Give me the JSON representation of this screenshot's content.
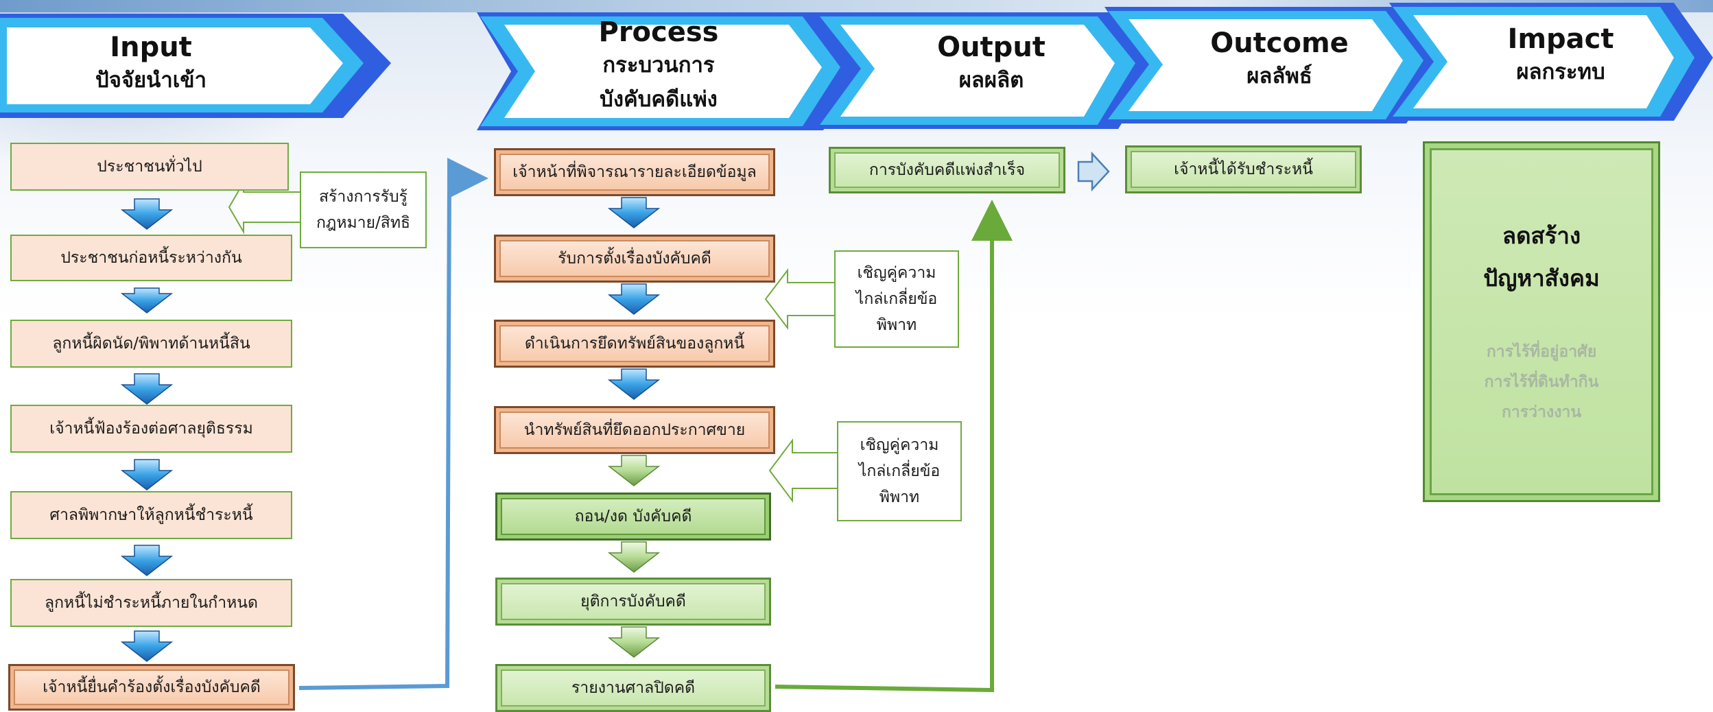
{
  "headers": [
    {
      "en": "Input",
      "th": "ปัจจัยนำเข้า"
    },
    {
      "en": "Process",
      "th1": "กระบวนการ",
      "th2": "บังคับคดีแพ่ง"
    },
    {
      "en": "Output",
      "th": "ผลผลิต"
    },
    {
      "en": "Outcome",
      "th": "ผลลัพธ์"
    },
    {
      "en": "Impact",
      "th": "ผลกระทบ"
    }
  ],
  "input_steps": [
    "ประชาชนทั่วไป",
    "ประชาชนก่อหนี้ระหว่างกัน",
    "ลูกหนี้ผิดนัด/พิพาทด้านหนี้สิน",
    "เจ้าหนี้ฟ้องร้องต่อศาลยุติธรรม",
    "ศาลพิพากษาให้ลูกหนี้ชำระหนี้",
    "ลูกหนี้ไม่ชำระหนี้ภายในกำหนด",
    "เจ้าหนี้ยื่นคำร้องตั้งเรื่องบังคับคดี"
  ],
  "input_note": {
    "line1": "สร้างการรับรู้",
    "line2": "กฎหมาย/สิทธิ"
  },
  "process_steps": [
    "เจ้าหน้าที่พิจารณารายละเอียดข้อมูล",
    "รับการตั้งเรื่องบังคับคดี",
    "ดำเนินการยึดทรัพย์สินของลูกหนี้",
    "นำทรัพย์สินที่ยึดออกประกาศขาย",
    "ถอน/งด บังคับคดี",
    "ยุติการบังคับคดี",
    "รายงานศาลปิดคดี"
  ],
  "mediation_notes": [
    {
      "line1": "เชิญคู่ความ",
      "line2": "ไกล่เกลี่ยข้อ",
      "line3": "พิพาท"
    },
    {
      "line1": "เชิญคู่ความ",
      "line2": "ไกล่เกลี่ยข้อ",
      "line3": "พิพาท"
    }
  ],
  "output_box": "การบังคับคดีแพ่งสำเร็จ",
  "outcome_box": "เจ้าหนี้ได้รับชำระหนี้",
  "impact": {
    "main1": "ลดสร้าง",
    "main2": "ปัญหาสังคม",
    "sub1": "การไร้ที่อยู่อาศัย",
    "sub2": "การไร้ที่ดินทำกิน",
    "sub3": "การว่างงาน"
  },
  "colors": {
    "chevron_outer": "#2f5fe0",
    "chevron_inner": "#38b8f0",
    "peach": "#fbe4d5",
    "green": "#c6e5a9",
    "connector_blue": "#5b9bd5",
    "connector_green": "#6aaa3a"
  }
}
